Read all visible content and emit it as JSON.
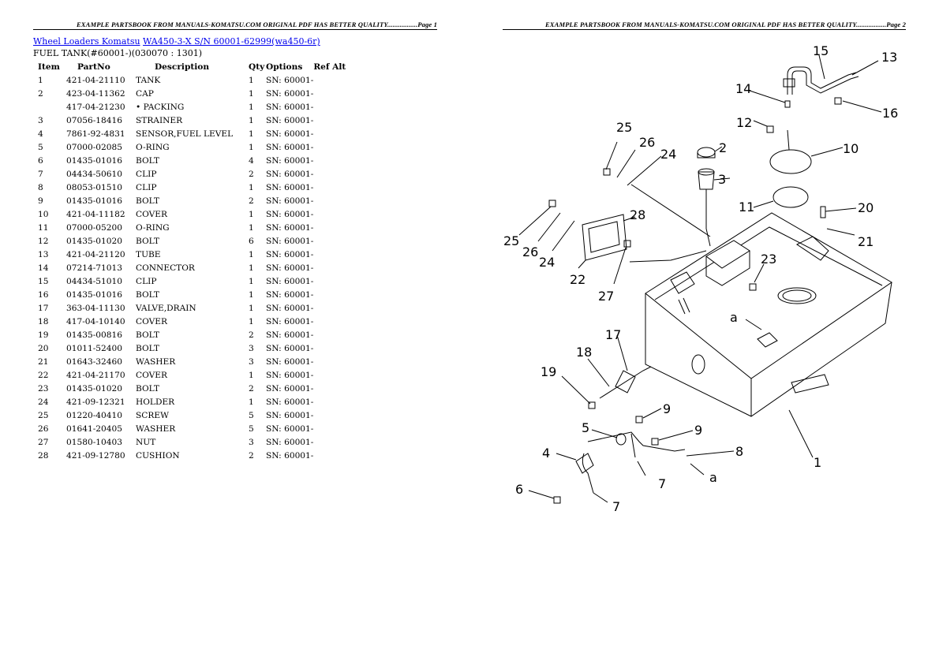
{
  "header": {
    "left": "EXAMPLE PARTSBOOK FROM MANUALS-KOMATSU.COM ORIGINAL PDF HAS BETTER QUALITY.................Page 1",
    "right": "EXAMPLE PARTSBOOK FROM MANUALS-KOMATSU.COM ORIGINAL PDF HAS BETTER QUALITY.................Page 2"
  },
  "breadcrumb": {
    "link1": "Wheel Loaders Komatsu",
    "link2": "WA450-3-X S/N 60001-62999(wa450-6r)"
  },
  "subtitle": "FUEL TANK(#60001-)(030070 : 1301)",
  "table": {
    "headers": [
      "Item",
      "PartNo",
      "Description",
      "Qty",
      "Options",
      "Ref Alt"
    ],
    "rows": [
      [
        "1",
        "421-04-21110",
        "TANK",
        "1",
        "SN: 60001-",
        ""
      ],
      [
        "2",
        "423-04-11362",
        "CAP",
        "1",
        "SN: 60001-",
        ""
      ],
      [
        "",
        "417-04-21230",
        "• PACKING",
        "1",
        "SN: 60001-",
        ""
      ],
      [
        "3",
        "07056-18416",
        "STRAINER",
        "1",
        "SN: 60001-",
        ""
      ],
      [
        "4",
        "7861-92-4831",
        "SENSOR,FUEL LEVEL",
        "1",
        "SN: 60001-",
        ""
      ],
      [
        "5",
        "07000-02085",
        "O-RING",
        "1",
        "SN: 60001-",
        ""
      ],
      [
        "6",
        "01435-01016",
        "BOLT",
        "4",
        "SN: 60001-",
        ""
      ],
      [
        "7",
        "04434-50610",
        "CLIP",
        "2",
        "SN: 60001-",
        ""
      ],
      [
        "8",
        "08053-01510",
        "CLIP",
        "1",
        "SN: 60001-",
        ""
      ],
      [
        "9",
        "01435-01016",
        "BOLT",
        "2",
        "SN: 60001-",
        ""
      ],
      [
        "10",
        "421-04-11182",
        "COVER",
        "1",
        "SN: 60001-",
        ""
      ],
      [
        "11",
        "07000-05200",
        "O-RING",
        "1",
        "SN: 60001-",
        ""
      ],
      [
        "12",
        "01435-01020",
        "BOLT",
        "6",
        "SN: 60001-",
        ""
      ],
      [
        "13",
        "421-04-21120",
        "TUBE",
        "1",
        "SN: 60001-",
        ""
      ],
      [
        "14",
        "07214-71013",
        "CONNECTOR",
        "1",
        "SN: 60001-",
        ""
      ],
      [
        "15",
        "04434-51010",
        "CLIP",
        "1",
        "SN: 60001-",
        ""
      ],
      [
        "16",
        "01435-01016",
        "BOLT",
        "1",
        "SN: 60001-",
        ""
      ],
      [
        "17",
        "363-04-11130",
        "VALVE,DRAIN",
        "1",
        "SN: 60001-",
        ""
      ],
      [
        "18",
        "417-04-10140",
        "COVER",
        "1",
        "SN: 60001-",
        ""
      ],
      [
        "19",
        "01435-00816",
        "BOLT",
        "2",
        "SN: 60001-",
        ""
      ],
      [
        "20",
        "01011-52400",
        "BOLT",
        "3",
        "SN: 60001-",
        ""
      ],
      [
        "21",
        "01643-32460",
        "WASHER",
        "3",
        "SN: 60001-",
        ""
      ],
      [
        "22",
        "421-04-21170",
        "COVER",
        "1",
        "SN: 60001-",
        ""
      ],
      [
        "23",
        "01435-01020",
        "BOLT",
        "2",
        "SN: 60001-",
        ""
      ],
      [
        "24",
        "421-09-12321",
        "HOLDER",
        "1",
        "SN: 60001-",
        ""
      ],
      [
        "25",
        "01220-40410",
        "SCREW",
        "5",
        "SN: 60001-",
        ""
      ],
      [
        "26",
        "01641-20405",
        "WASHER",
        "5",
        "SN: 60001-",
        ""
      ],
      [
        "27",
        "01580-10403",
        "NUT",
        "3",
        "SN: 60001-",
        ""
      ],
      [
        "28",
        "421-09-12780",
        "CUSHION",
        "2",
        "SN: 60001-",
        ""
      ]
    ]
  },
  "diagram": {
    "callouts": [
      "1",
      "2",
      "3",
      "4",
      "5",
      "6",
      "7",
      "7",
      "8",
      "9",
      "9",
      "10",
      "11",
      "12",
      "13",
      "14",
      "15",
      "16",
      "17",
      "18",
      "19",
      "20",
      "21",
      "22",
      "23",
      "24",
      "24",
      "25",
      "25",
      "26",
      "26",
      "27",
      "28"
    ],
    "detail_marker": "a"
  }
}
